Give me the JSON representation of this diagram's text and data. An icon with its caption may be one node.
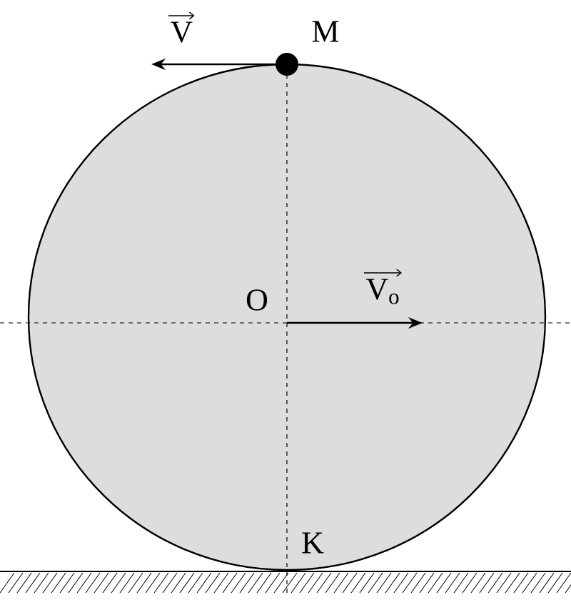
{
  "diagram": {
    "labels": [
      "V",
      "M",
      "O",
      "V$_{o}$",
      "K"
    ]
  }
}
